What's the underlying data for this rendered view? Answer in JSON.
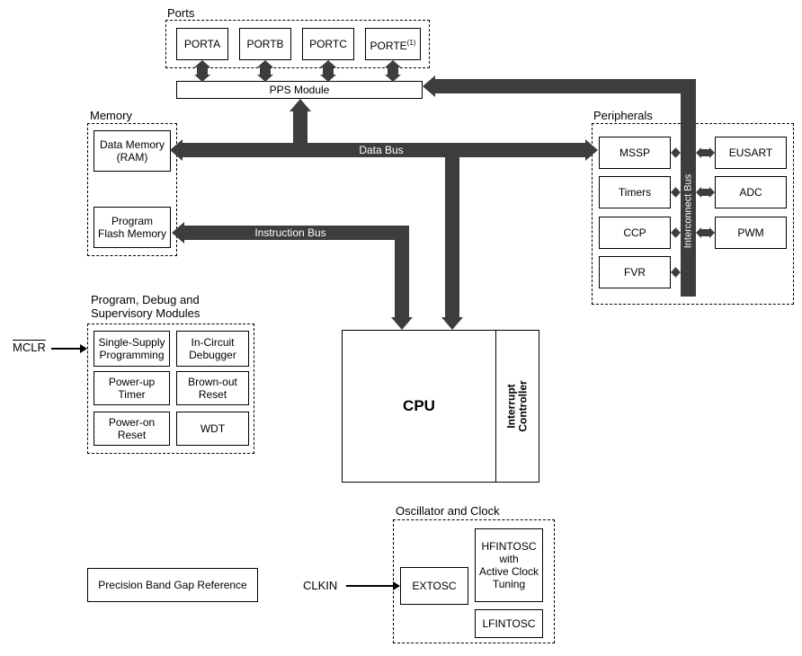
{
  "colors": {
    "bus_fill": "#3d3d3d",
    "box_border": "#000000",
    "bus_text": "#ffffff",
    "background": "#ffffff"
  },
  "ports": {
    "group_label": "Ports",
    "items": [
      "PORTA",
      "PORTB",
      "PORTC",
      "PORTE"
    ],
    "porte_superscript": "(1)"
  },
  "pps_module": {
    "label": "PPS Module"
  },
  "memory": {
    "group_label": "Memory",
    "data_memory_line1": "Data Memory",
    "data_memory_line2": "(RAM)",
    "program_flash_line1": "Program",
    "program_flash_line2": "Flash Memory"
  },
  "buses": {
    "data_bus": "Data Bus",
    "instruction_bus": "Instruction Bus",
    "interconnect_bus": "Interconnect Bus"
  },
  "peripherals": {
    "group_label": "Peripherals",
    "left_column": [
      "MSSP",
      "Timers",
      "CCP",
      "FVR"
    ],
    "right_column": [
      "EUSART",
      "ADC",
      "PWM"
    ]
  },
  "debug": {
    "group_label_line1": "Program, Debug and",
    "group_label_line2": "Supervisory Modules",
    "mclr_label": "MCLR",
    "single_supply_line1": "Single-Supply",
    "single_supply_line2": "Programming",
    "in_circuit_line1": "In-Circuit",
    "in_circuit_line2": "Debugger",
    "power_up_line1": "Power-up",
    "power_up_line2": "Timer",
    "brown_out_line1": "Brown-out",
    "brown_out_line2": "Reset",
    "power_on_line1": "Power-on",
    "power_on_line2": "Reset",
    "wdt": "WDT"
  },
  "cpu": {
    "label": "CPU",
    "interrupt_line1": "Interrupt",
    "interrupt_line2": "Controller"
  },
  "oscillator": {
    "group_label": "Oscillator and Clock",
    "clkin_label": "CLKIN",
    "extosc": "EXTOSC",
    "hfintosc_line1": "HFINTOSC",
    "hfintosc_line2": "with",
    "hfintosc_line3": "Active Clock",
    "hfintosc_line4": "Tuning",
    "lfintosc": "LFINTOSC"
  },
  "bandgap": {
    "label": "Precision Band Gap Reference"
  }
}
